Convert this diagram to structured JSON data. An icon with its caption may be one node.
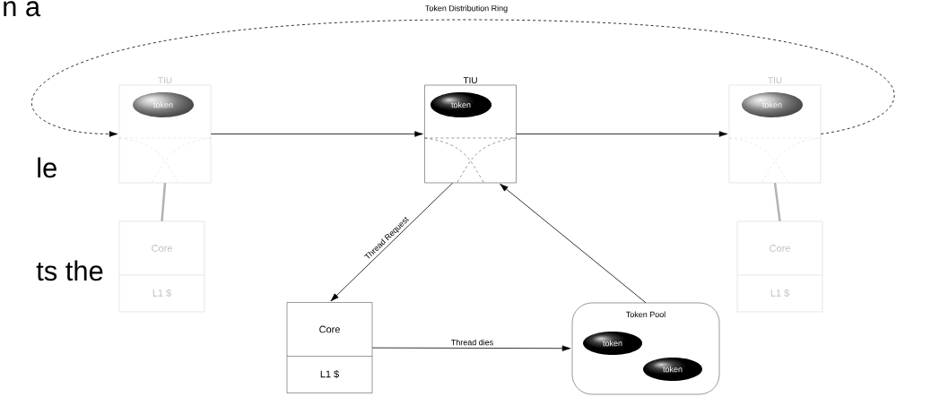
{
  "diagram": {
    "nodes": [
      {
        "text": [
          "TIU"
        ]
      },
      {
        "text": [
          "token"
        ],
        "in": 0
      },
      {
        "text": [
          "TIU"
        ]
      },
      {
        "text": [
          "token"
        ],
        "in": 2
      },
      {
        "text": [
          "TIU"
        ]
      },
      {
        "text": [
          "token"
        ],
        "in": 4
      },
      {
        "text": [
          "Core",
          "L1 $"
        ]
      },
      {
        "text": [
          "Core",
          "L1 $"
        ]
      },
      {
        "text": [
          "Token Pool"
        ]
      },
      {
        "text": [
          "token"
        ],
        "in": 8
      },
      {
        "text": [
          "token"
        ],
        "in": 8
      },
      {
        "text": [
          "Core",
          "L1 $"
        ]
      }
    ],
    "edges": [
      {
        "from": 4,
        "to": 0,
        "arrow": "to",
        "style": "dashed",
        "label": "Token Distribution Ring"
      },
      {
        "from": 0,
        "to": 2,
        "arrow": "to"
      },
      {
        "from": 2,
        "to": 4,
        "arrow": "to"
      },
      {
        "from": 2,
        "to": 7,
        "arrow": "to",
        "label": "Thread Request"
      },
      {
        "from": 7,
        "to": 8,
        "arrow": "to",
        "label": "Thread dies"
      },
      {
        "from": 8,
        "to": 2,
        "arrow": "to"
      },
      {
        "from": 0,
        "to": 6,
        "arrow": "none",
        "style": "thick",
        "color": "#b3b3b3"
      },
      {
        "from": 4,
        "to": 11,
        "arrow": "none",
        "style": "thick",
        "color": "#b3b3b3"
      }
    ],
    "labels": [
      "n a",
      "le",
      "ts the"
    ]
  }
}
